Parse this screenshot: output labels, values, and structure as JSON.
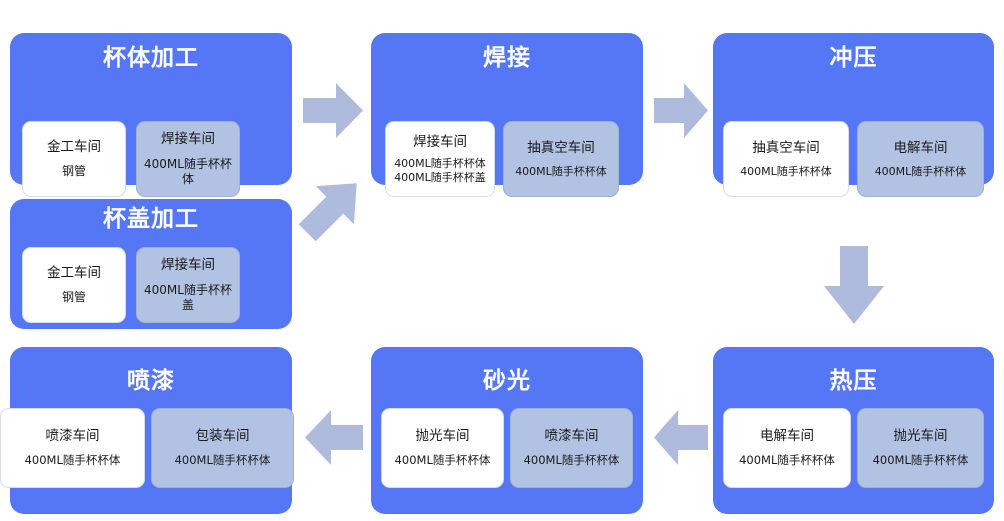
{
  "diagram": {
    "title_visible": false,
    "colors": {
      "group_fill": "#5577F5",
      "card_white_fill": "#FFFFFF",
      "card_grey_fill": "#B2C2E2",
      "arrow_fill": "#AEBBDC",
      "title_text": "#FFFFFF",
      "card_text": "#1A1A1A",
      "page_background": "#FFFFFF"
    },
    "groups": [
      {
        "id": "cup-body-processing",
        "title": "杯体加工",
        "cards": [
          {
            "style": "white",
            "title": "金工车间",
            "sub": "钢管"
          },
          {
            "style": "grey",
            "title": "焊接车间",
            "sub": "400ML随手杯杯体"
          }
        ]
      },
      {
        "id": "welding",
        "title": "焊接",
        "cards": [
          {
            "style": "white",
            "title": "焊接车间",
            "sub": "400ML随手杯杯体\n400ML随手杯杯盖"
          },
          {
            "style": "grey",
            "title": "抽真空车间",
            "sub": "400ML随手杯杯体"
          }
        ]
      },
      {
        "id": "stamping",
        "title": "冲压",
        "cards": [
          {
            "style": "white",
            "title": "抽真空车间",
            "sub": "400ML随手杯杯体"
          },
          {
            "style": "grey",
            "title": "电解车间",
            "sub": "400ML随手杯杯体"
          }
        ]
      },
      {
        "id": "cup-lid-processing",
        "title": "杯盖加工",
        "cards": [
          {
            "style": "white",
            "title": "金工车间",
            "sub": "钢管"
          },
          {
            "style": "grey",
            "title": "焊接车间",
            "sub": "400ML随手杯杯盖"
          }
        ]
      },
      {
        "id": "spray-painting",
        "title": "喷漆",
        "cards": [
          {
            "style": "white",
            "title": "喷漆车间",
            "sub": "400ML随手杯杯体"
          },
          {
            "style": "grey",
            "title": "包装车间",
            "sub": "400ML随手杯杯体"
          }
        ]
      },
      {
        "id": "sanding",
        "title": "砂光",
        "cards": [
          {
            "style": "white",
            "title": "抛光车间",
            "sub": "400ML随手杯杯体"
          },
          {
            "style": "grey",
            "title": "喷漆车间",
            "sub": "400ML随手杯杯体"
          }
        ]
      },
      {
        "id": "hot-pressing",
        "title": "热压",
        "cards": [
          {
            "style": "white",
            "title": "电解车间",
            "sub": "400ML随手杯杯体"
          },
          {
            "style": "grey",
            "title": "抛光车间",
            "sub": "400ML随手杯杯体"
          }
        ]
      }
    ],
    "arrows": [
      {
        "id": "cup-body-to-welding",
        "direction": "right"
      },
      {
        "id": "welding-to-stamping",
        "direction": "right"
      },
      {
        "id": "cup-lid-to-welding",
        "direction": "up-right"
      },
      {
        "id": "stamping-to-hotpress",
        "direction": "down"
      },
      {
        "id": "hotpress-to-sanding",
        "direction": "left"
      },
      {
        "id": "sanding-to-painting",
        "direction": "left"
      }
    ]
  }
}
